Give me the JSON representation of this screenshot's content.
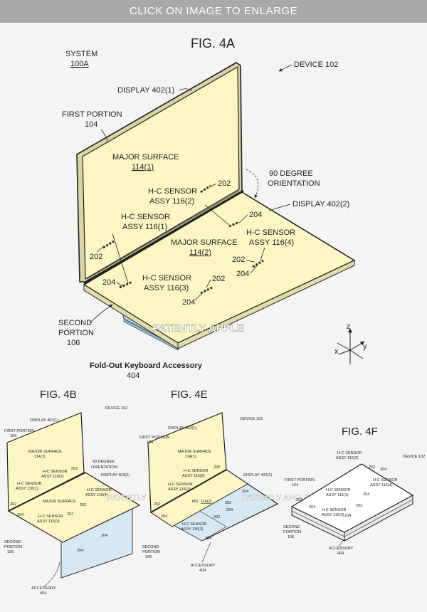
{
  "banner": {
    "text": "CLICK ON IMAGE TO ENLARGE"
  },
  "watermark": "PATENTLY APPLE",
  "fig4a": {
    "title": "FIG. 4A",
    "system": "SYSTEM",
    "system_ref": "100A",
    "device": "DEVICE 102",
    "display1": "DISPLAY 402(1)",
    "first_portion": "FIRST PORTION",
    "first_portion_ref": "104",
    "major1": "MAJOR SURFACE",
    "major1_ref": "114(1)",
    "orientation1": "90 DEGREE",
    "orientation2": "ORIENTATION",
    "display2": "DISPLAY 402(2)",
    "hc_sensor": "H-C SENSOR",
    "assy_2": "ASSY 116(2)",
    "assy_1": "ASSY 116(1)",
    "assy_3": "ASSY 116(3)",
    "assy_4": "ASSY 116(4)",
    "major2": "MAJOR SURFACE",
    "major2_ref": "114(2)",
    "ref202": "202",
    "ref204": "204",
    "second_portion": "SECOND",
    "second_portion2": "PORTION",
    "second_portion_ref": "106",
    "keyboard": "Fold-Out Keyboard Accessory",
    "keyboard_ref": "404",
    "axis_z": "z",
    "axis_y": "y",
    "axis_x": "x"
  },
  "fig4b": {
    "title": "FIG. 4B",
    "device": "DEVICE 102",
    "display1": "DISPLAY 402(1)",
    "first_portion": "FIRST PORTION",
    "first_ref": "104",
    "major1": "MAJOR SURFACE",
    "major1_ref": "114(1)",
    "hc1": "H-C SENSOR",
    "assy2": "ASSY 116(2)",
    "orient1": "90 DEGREE",
    "orient2": "ORIENTATION",
    "display2": "DISPLAY 402(2)",
    "assy1": "ASSY 116(1)",
    "assy4": "ASSY 116(4)",
    "major2": "MAJOR SURFACE",
    "assy3": "ASSY 116(3)",
    "second": "SECOND",
    "portion": "PORTION",
    "ref106": "106",
    "accessory": "ACCESSORY",
    "ref404": "404",
    "r202": "202",
    "r204": "204"
  },
  "fig4e": {
    "title": "FIG. 4E",
    "device": "DEVICE 102",
    "display1": "DISPLAY 402(1)",
    "first_portion": "FIRST PORTION",
    "first_ref": "104",
    "major1": "MAJOR SURFACE",
    "major1_ref": "114(1)",
    "hc": "H-C SENSOR",
    "assy2": "ASSY 116(2)",
    "display2": "DISPLAY 402(2)",
    "assy1": "ASSY 116(1)",
    "ms": "MS",
    "ms_ref": "114(2)",
    "assy3": "ASSY 116(3)",
    "second": "SECOND",
    "portion": "PORTION",
    "ref106": "106",
    "accessory": "ACCESSORY",
    "ref404": "404",
    "r202": "202",
    "r204": "204"
  },
  "fig4f": {
    "title": "FIG. 4F",
    "hc": "H-C SENSOR",
    "assy2": "ASSY 116(2)",
    "device": "DEVICE 102",
    "assy4": "ASSY 116(4)",
    "first_portion": "FIRST PORTION",
    "first_ref": "104",
    "assy1": "ASSY 116(1)",
    "assy3": "ASSY 116(3)",
    "second": "SECOND",
    "portion": "PORTION",
    "ref106": "106",
    "accessory": "ACCESSORY",
    "ref404": "404",
    "r202": "202",
    "r204": "204"
  },
  "colors": {
    "banner": "#a9a9a9",
    "yellow_panel": "#fbf6c4",
    "blue_panel": "#d6e8f2",
    "keyboard_blue": "#bcd9ea",
    "background": "#f4f4f4"
  }
}
